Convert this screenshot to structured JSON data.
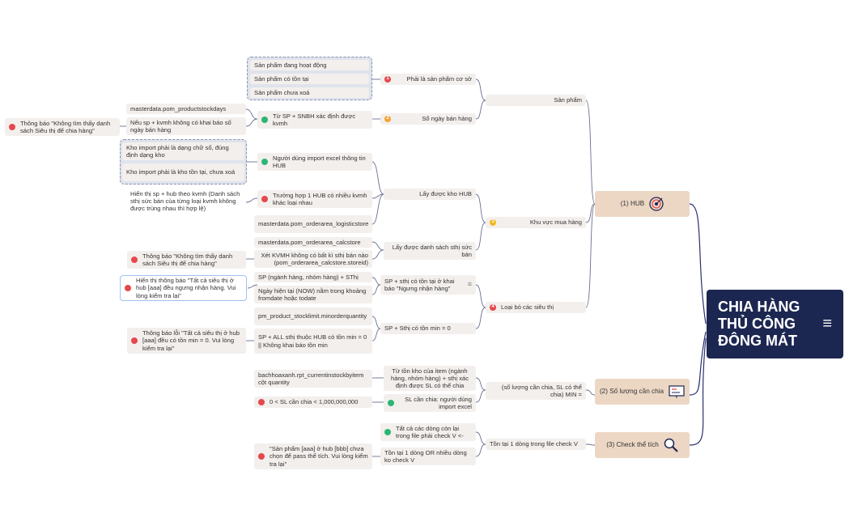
{
  "root": {
    "title": "CHIA HÀNG THỦ CÔNG ĐÔNG MÁT",
    "icon": "list-icon"
  },
  "topics": {
    "hub": {
      "label": "(1) HUB",
      "icon": "target-icon"
    },
    "quantity": {
      "label": "(2) Số lượng cần chia",
      "icon": "board-icon"
    },
    "check": {
      "label": "(3) Check thể tích",
      "icon": "magnifier-icon"
    }
  },
  "hub": {
    "san_pham": "Sản phẩm",
    "phai_la_sp": "Phải là sản phẩm cơ sở",
    "sp_hoat_dong": "Sản phẩm đang hoạt động",
    "sp_ton_tai": "Sản phẩm có tồn tại",
    "sp_chua_xoa": "Sản phẩm chưa xoá",
    "so_ngay_ban": "Số ngày bán hàng",
    "tu_sp_snbh": "Từ SP + SNBH xác định được kvmh",
    "pom_stockdays": "masterdata.pom_productstockdays",
    "neu_sp_kvmh": "Nếu sp + kvmh không có khai báo số ngày bán hàng",
    "tb_khong_tim_1": "Thông báo \"Không tìm thấy danh sách Siêu thị để chia hàng\"",
    "khu_vuc": "Khu vực mua hàng",
    "lay_kho_hub": "Lấy được kho HUB",
    "nguoi_dung_import": "Người dùng import excel thông tin HUB",
    "kho_import_chu_so": "Kho import phải là dạng chữ số, đúng định dạng kho",
    "kho_import_ton_tai": "Kho import phải là kho tồn tại, chưa xoá",
    "truong_hop_1hub": "Trường hợp 1 HUB có nhiều kvmh khác loại nhau",
    "hien_thi_sp_hub": "Hiển thị sp + hub theo kvmh (Danh sách sthị sức bán của từng loại kvmh không được trùng nhau thì hợp lệ)",
    "pom_logistics": "masterdata.pom_orderarea_logisticstore",
    "lay_ds_sthi": "Lấy được danh sách sthị sức bán",
    "pom_calcstore": "masterdata.pom_orderarea_calcstore",
    "xet_kvmh": "Xét KVMH không có bất kì sthị bán nào (pom_orderarea_calcstore.storeid)",
    "tb_khong_tim_2": "Thông báo \"Không tìm thấy danh sách Siêu thị để chia hàng\"",
    "loai_bo": "Loại bỏ các siêu thị",
    "sp_sthi_ton_tai": "SP + sthị có tồn tại ở khai báo \"Ngưng nhận hàng\"",
    "sp_nganh_hang": "SP (ngành hàng, nhóm hàng) + SThị",
    "ngay_hien_tai": "Ngày hiện tại (NOW) nằm trong khoảng fromdate hoặc todate",
    "hien_thi_tb_ngung": "Hiển thị thông báo \"Tất cả siêu thị ở hub [aaa] đều ngưng nhận hàng. Vui lòng kiểm tra lại\"",
    "sp_sthi_ton_min": "SP + Sthị có tồn min = 0",
    "pom_minorder": "pm_product_stocklimit.minorderquantity",
    "sp_all_sthi": "SP + ALL sthị thuộc HUB có tồn min = 0 || Không khai báo tồn min",
    "tb_loi_ton_min": "Thông báo lỗi \"Tất cả siêu thị ở hub [aaa] đều có tồn min = 0. Vui lòng kiểm tra lại\""
  },
  "quantity": {
    "sl_can_chia_min": "(số lượng cần chia, SL có thể chia) MIN =",
    "tu_ton_kho": "Từ tồn kho của item (ngành hàng, nhóm hàng) + sthị xác định được SL có thể chia",
    "bhx_current": "bachhoaxanh.rpt_currentinstockbyitem cột quantity",
    "sl_nguoi_dung": "SL cần chia: người dùng import excel",
    "sl_range": "0 < SL cần chia < 1,000,000,000"
  },
  "check": {
    "ton_tai_1_dong": "Tồn tại 1 dòng trong file check V",
    "tat_ca_cac_dong": "Tất cả các dòng còn lại trong file phải check V <-",
    "ton_tai_or": "Tồn tại 1 dòng OR nhiều dòng ko check V",
    "san_pham_chua_chon": "\"Sản phẩm [aaa] ở hub [bbb] chưa chọn để pass thể tích. Vui lòng kiểm tra lại\""
  },
  "colors": {
    "root_bg": "#1c2751",
    "topic_bg": "#ecd7c5",
    "line": "#2a2f6b",
    "leaf_bg": "#f3efed"
  }
}
